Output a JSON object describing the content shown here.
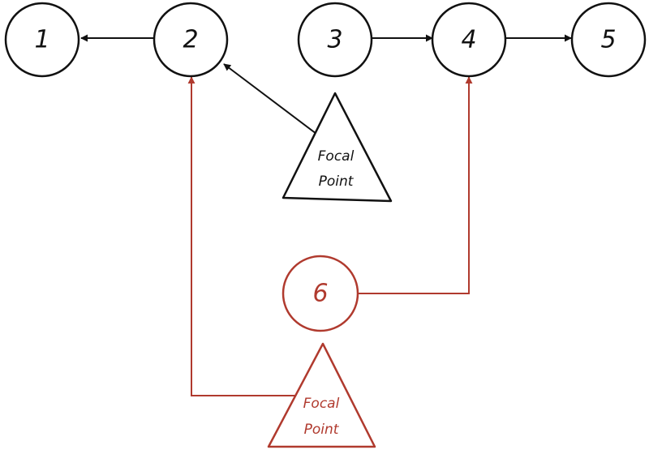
{
  "colors": {
    "primary": "#111111",
    "accent": "#b03a2e"
  },
  "nodes": [
    {
      "id": "n1",
      "label": "1",
      "color": "primary"
    },
    {
      "id": "n2",
      "label": "2",
      "color": "primary"
    },
    {
      "id": "n3",
      "label": "3",
      "color": "primary"
    },
    {
      "id": "n4",
      "label": "4",
      "color": "primary"
    },
    {
      "id": "n5",
      "label": "5",
      "color": "primary"
    },
    {
      "id": "n6",
      "label": "6",
      "color": "accent"
    }
  ],
  "focal_points": [
    {
      "id": "fp1",
      "line1": "Focal",
      "line2": "Point",
      "color": "primary"
    },
    {
      "id": "fp2",
      "line1": "Focal",
      "line2": "Point",
      "color": "accent"
    }
  ],
  "edges": [
    {
      "from": "n2",
      "to": "n1",
      "color": "primary"
    },
    {
      "from": "n3",
      "to": "n4",
      "color": "primary"
    },
    {
      "from": "n4",
      "to": "n5",
      "color": "primary"
    },
    {
      "from": "fp1",
      "to": "n2",
      "color": "primary"
    },
    {
      "from": "n6",
      "to": "n4",
      "color": "accent"
    },
    {
      "from": "fp2",
      "to": "n2",
      "color": "accent"
    }
  ]
}
